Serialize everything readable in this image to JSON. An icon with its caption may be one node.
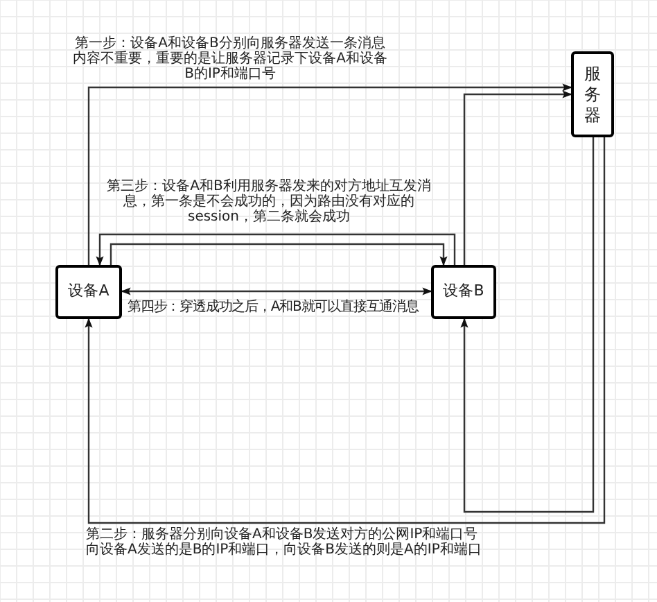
{
  "diagram": {
    "nodes": [
      {
        "text": [
          "设备A"
        ]
      },
      {
        "text": [
          "设备B"
        ]
      },
      {
        "text": [
          "服务器"
        ]
      }
    ],
    "edges": [
      {
        "from": 0,
        "to": 2,
        "arrow": "to"
      },
      {
        "from": 1,
        "to": 2,
        "arrow": "to"
      },
      {
        "from": 2,
        "to": 0,
        "arrow": "to"
      },
      {
        "from": 2,
        "to": 1,
        "arrow": "to"
      },
      {
        "from": 1,
        "to": 0,
        "arrow": "to"
      },
      {
        "from": 0,
        "to": 1,
        "arrow": "to"
      },
      {
        "from": 0,
        "to": 1,
        "arrow": "both"
      }
    ],
    "labels": [
      "第一步：设备A和设备B分别向服务器发送一条消息内容不重要，重要的是让服务器记录下设备A和设备B的IP和端口号",
      "第三步：设备A和B利用服务器发来的对方地址互发消息，第一条是不会成功的，因为路由没有对应的session，第二条就会成功",
      "第四步：穿透成功之后，A和B就可以直接互通消息",
      "第二步：服务器分别向设备A和设备B发送对方的公网IP和端口号向设备A发送的是B的IP和端口，向设备B发送的则是A的IP和端口"
    ]
  }
}
